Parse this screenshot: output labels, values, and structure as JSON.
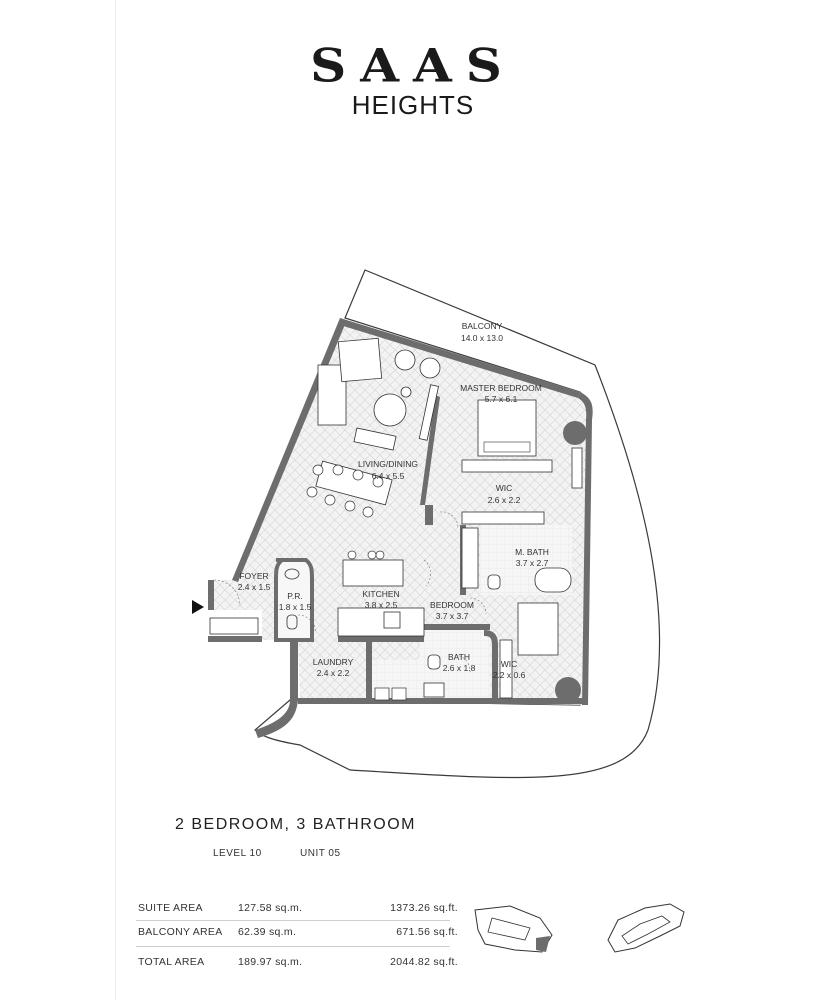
{
  "brand": {
    "name": "SAAS",
    "sub": "HEIGHTS"
  },
  "rooms": {
    "balcony": {
      "name": "BALCONY",
      "size": "14.0 x 13.0"
    },
    "master_bedroom": {
      "name": "MASTER BEDROOM",
      "size": "5.7 x 6.1"
    },
    "living_dining": {
      "name": "LIVING/DINING",
      "size": "6.4 x 5.5"
    },
    "wic_master": {
      "name": "WIC",
      "size": "2.6 x 2.2"
    },
    "m_bath": {
      "name": "M. BATH",
      "size": "3.7 x 2.7"
    },
    "foyer": {
      "name": "FOYER",
      "size": "2.4 x 1.5"
    },
    "powder": {
      "name": "P.R.",
      "size": "1.8 x 1.5"
    },
    "kitchen": {
      "name": "KITCHEN",
      "size": "3.8 x 2.5"
    },
    "bedroom": {
      "name": "BEDROOM",
      "size": "3.7 x 3.7"
    },
    "laundry": {
      "name": "LAUNDRY",
      "size": "2.4 x 2.2"
    },
    "bath": {
      "name": "BATH",
      "size": "2.6 x 1.8"
    },
    "wic_bedroom": {
      "name": "WIC",
      "size": "2.2 x 0.6"
    }
  },
  "unit": {
    "headline": "2 BEDROOM, 3 BATHROOM",
    "level": "LEVEL 10",
    "unit": "UNIT 05"
  },
  "areas": [
    {
      "label": "SUITE AREA",
      "sqm": "127.58  sq.m.",
      "sqft": "1373.26  sq.ft."
    },
    {
      "label": "BALCONY AREA",
      "sqm": "62.39  sq.m.",
      "sqft": "671.56  sq.ft."
    }
  ],
  "total": {
    "label": "TOTAL AREA",
    "sqm": "189.97  sq.m.",
    "sqft": "2044.82  sq.ft."
  },
  "colors": {
    "wall": "#6d6d6d",
    "floor": "#f1f1f1",
    "line": "#2a2a2a",
    "text": "#333333"
  }
}
